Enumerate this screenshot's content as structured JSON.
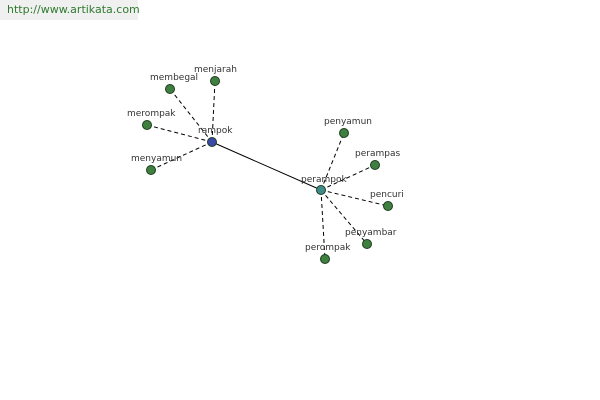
{
  "watermark": "http://www.artikata.com",
  "colors": {
    "leaf_node": "#3f7f3f",
    "hub_rampok": "#3b4aa8",
    "hub_perampok": "#3f8a8a",
    "watermark_text": "#2f7a2f"
  },
  "graph": {
    "hubs": [
      {
        "id": "rampok",
        "label": "rampok",
        "color": "#3b4aa8"
      },
      {
        "id": "perampok",
        "label": "perampok",
        "color": "#3f8a8a"
      }
    ],
    "leaves": [
      {
        "id": "menjarah",
        "label": "menjarah",
        "hub": "rampok"
      },
      {
        "id": "membegal",
        "label": "membegal",
        "hub": "rampok"
      },
      {
        "id": "merompak",
        "label": "merompak",
        "hub": "rampok"
      },
      {
        "id": "menyamun",
        "label": "menyamun",
        "hub": "rampok"
      },
      {
        "id": "penyamun",
        "label": "penyamun",
        "hub": "perampok"
      },
      {
        "id": "perampas",
        "label": "perampas",
        "hub": "perampok"
      },
      {
        "id": "pencuri",
        "label": "pencuri",
        "hub": "perampok"
      },
      {
        "id": "penyambar",
        "label": "penyambar",
        "hub": "perampok"
      },
      {
        "id": "perompak",
        "label": "perompak",
        "hub": "perampok"
      }
    ],
    "links": [
      {
        "from": "rampok",
        "to": "perampok",
        "style": "solid"
      }
    ]
  }
}
